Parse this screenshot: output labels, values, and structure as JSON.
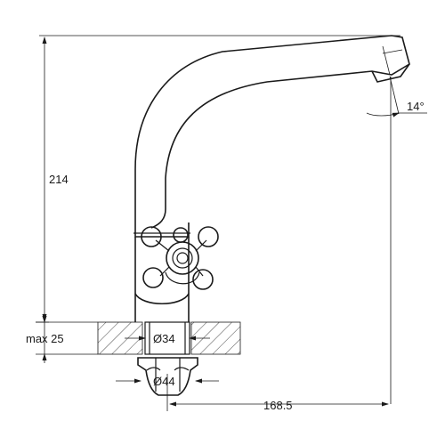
{
  "drawing": {
    "subject": "faucet-technical-drawing",
    "labels": {
      "height": "214",
      "angle": "14°",
      "max_thickness": "max 25",
      "hole_diameter": "Ø34",
      "base_diameter": "Ø44",
      "reach": "168.5"
    },
    "colors": {
      "line": "#1a1a1a",
      "background": "#ffffff"
    }
  }
}
